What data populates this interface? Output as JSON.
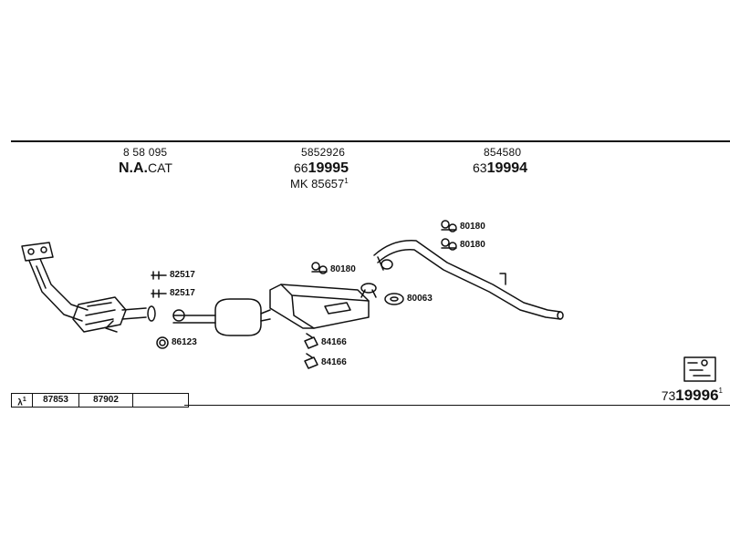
{
  "header": {
    "col1": {
      "ref": "8 58 095",
      "label_main": "N.A.",
      "label_suffix": "CAT"
    },
    "col2": {
      "ref": "5852926",
      "prefix": "66",
      "number": "19995",
      "mk_label": "MK  85657",
      "mk_sup": "1"
    },
    "col3": {
      "ref": "854580",
      "prefix": "63",
      "number": "19994"
    }
  },
  "part_labels": {
    "p82517a": "82517",
    "p82517b": "82517",
    "p86123": "86123",
    "p80180a": "80180",
    "p80180b": "80180",
    "p80180c": "80180",
    "p80063": "80063",
    "p84166a": "84166",
    "p84166b": "84166"
  },
  "lambda_table": {
    "symbol": "λ",
    "sup": "1",
    "cells": [
      "87853",
      "87902",
      ""
    ]
  },
  "set_number": {
    "prefix": "73",
    "number": "19996",
    "sup": "1"
  }
}
